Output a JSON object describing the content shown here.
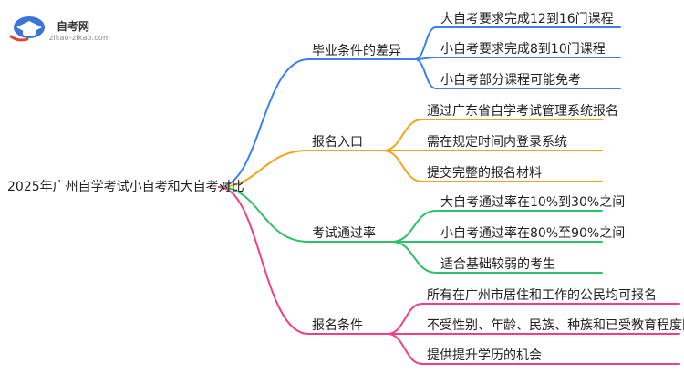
{
  "logo": {
    "title": "自考网",
    "subtitle": "zikao-zikao.com"
  },
  "root": {
    "label": "2025年广州自学考试小自考和大自考对比"
  },
  "colors": {
    "branches": [
      "#3d7ff0",
      "#f2a51a",
      "#2fc06b",
      "#ef3f86"
    ],
    "logo_blue": "#3b74d8",
    "logo_red": "#e3462f"
  },
  "branches": [
    {
      "label": "毕业条件的差异",
      "leaves": [
        {
          "label": "大自考要求完成12到16门课程"
        },
        {
          "label": "小自考要求完成8到10门课程"
        },
        {
          "label": "小自考部分课程可能免考"
        }
      ]
    },
    {
      "label": "报名入口",
      "leaves": [
        {
          "label": "通过广东省自学考试管理系统报名"
        },
        {
          "label": "需在规定时间内登录系统"
        },
        {
          "label": "提交完整的报名材料"
        }
      ]
    },
    {
      "label": "考试通过率",
      "leaves": [
        {
          "label": "大自考通过率在10%到30%之间"
        },
        {
          "label": "小自考通过率在80%至90%之间"
        },
        {
          "label": "适合基础较弱的考生"
        }
      ]
    },
    {
      "label": "报名条件",
      "leaves": [
        {
          "label": "所有在广州市居住和工作的公民均可报名"
        },
        {
          "label": "不受性别、年龄、民族、种族和已受教育程度限制"
        },
        {
          "label": "提供提升学历的机会"
        }
      ]
    }
  ]
}
